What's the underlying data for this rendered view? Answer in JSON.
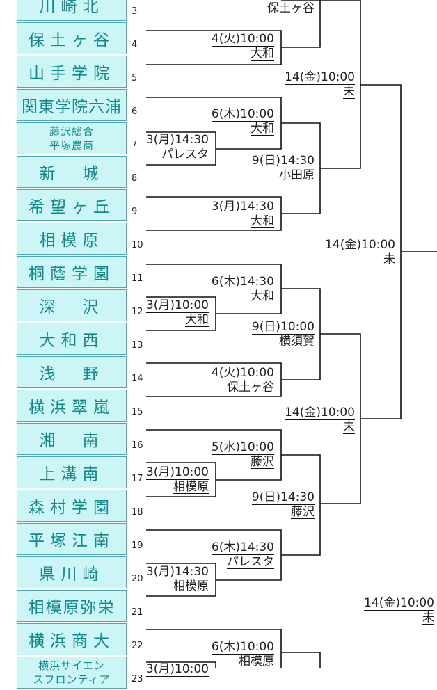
{
  "teams": [
    {
      "seed": "3",
      "name": "川崎北"
    },
    {
      "seed": "4",
      "name": "保土ヶ谷"
    },
    {
      "seed": "5",
      "name": "山手学院"
    },
    {
      "seed": "6",
      "name": "関東学院六浦"
    },
    {
      "seed": "7",
      "name": "藤沢総合\n平塚農商"
    },
    {
      "seed": "8",
      "name": "新　城"
    },
    {
      "seed": "9",
      "name": "希望ヶ丘"
    },
    {
      "seed": "10",
      "name": "相模原"
    },
    {
      "seed": "11",
      "name": "桐蔭学園"
    },
    {
      "seed": "12",
      "name": "深　沢"
    },
    {
      "seed": "13",
      "name": "大和西"
    },
    {
      "seed": "14",
      "name": "浅　野"
    },
    {
      "seed": "15",
      "name": "横浜翠嵐"
    },
    {
      "seed": "16",
      "name": "湘　南"
    },
    {
      "seed": "17",
      "name": "上溝南"
    },
    {
      "seed": "18",
      "name": "森村学園"
    },
    {
      "seed": "19",
      "name": "平塚江南"
    },
    {
      "seed": "20",
      "name": "県川崎"
    },
    {
      "seed": "21",
      "name": "相模原弥栄"
    },
    {
      "seed": "22",
      "name": "横浜商大"
    },
    {
      "seed": "23",
      "name": "横浜サイエン\nスフロンティア"
    }
  ],
  "matches": [
    {
      "time": "",
      "venue": "保土ヶ谷"
    },
    {
      "time": "4(火)10:00",
      "venue": "大和"
    },
    {
      "time": "14(金)10:00",
      "venue": "未"
    },
    {
      "time": "6(木)10:00",
      "venue": "大和"
    },
    {
      "time": "3(月)14:30",
      "venue": "パレスタ"
    },
    {
      "time": "9(日)14:30",
      "venue": "小田原"
    },
    {
      "time": "3(月)14:30",
      "venue": "大和"
    },
    {
      "time": "14(金)10:00",
      "venue": "未"
    },
    {
      "time": "6(木)14:30",
      "venue": "大和"
    },
    {
      "time": "3(月)10:00",
      "venue": "大和"
    },
    {
      "time": "9(日)10:00",
      "venue": "横須賀"
    },
    {
      "time": "4(火)10:00",
      "venue": "保土ヶ谷"
    },
    {
      "time": "14(金)10:00",
      "venue": "未"
    },
    {
      "time": "5(水)10:00",
      "venue": "藤沢"
    },
    {
      "time": "3(月)10:00",
      "venue": "相模原"
    },
    {
      "time": "9(日)14:30",
      "venue": "藤沢"
    },
    {
      "time": "6(木)14:30",
      "venue": "パレスタ"
    },
    {
      "time": "3(月)14:30",
      "venue": "相模原"
    },
    {
      "time": "14(金)10:00",
      "venue": "未"
    },
    {
      "time": "6(木)10:00",
      "venue": "相模原"
    },
    {
      "time": "3(月)10:00",
      "venue": ""
    }
  ]
}
